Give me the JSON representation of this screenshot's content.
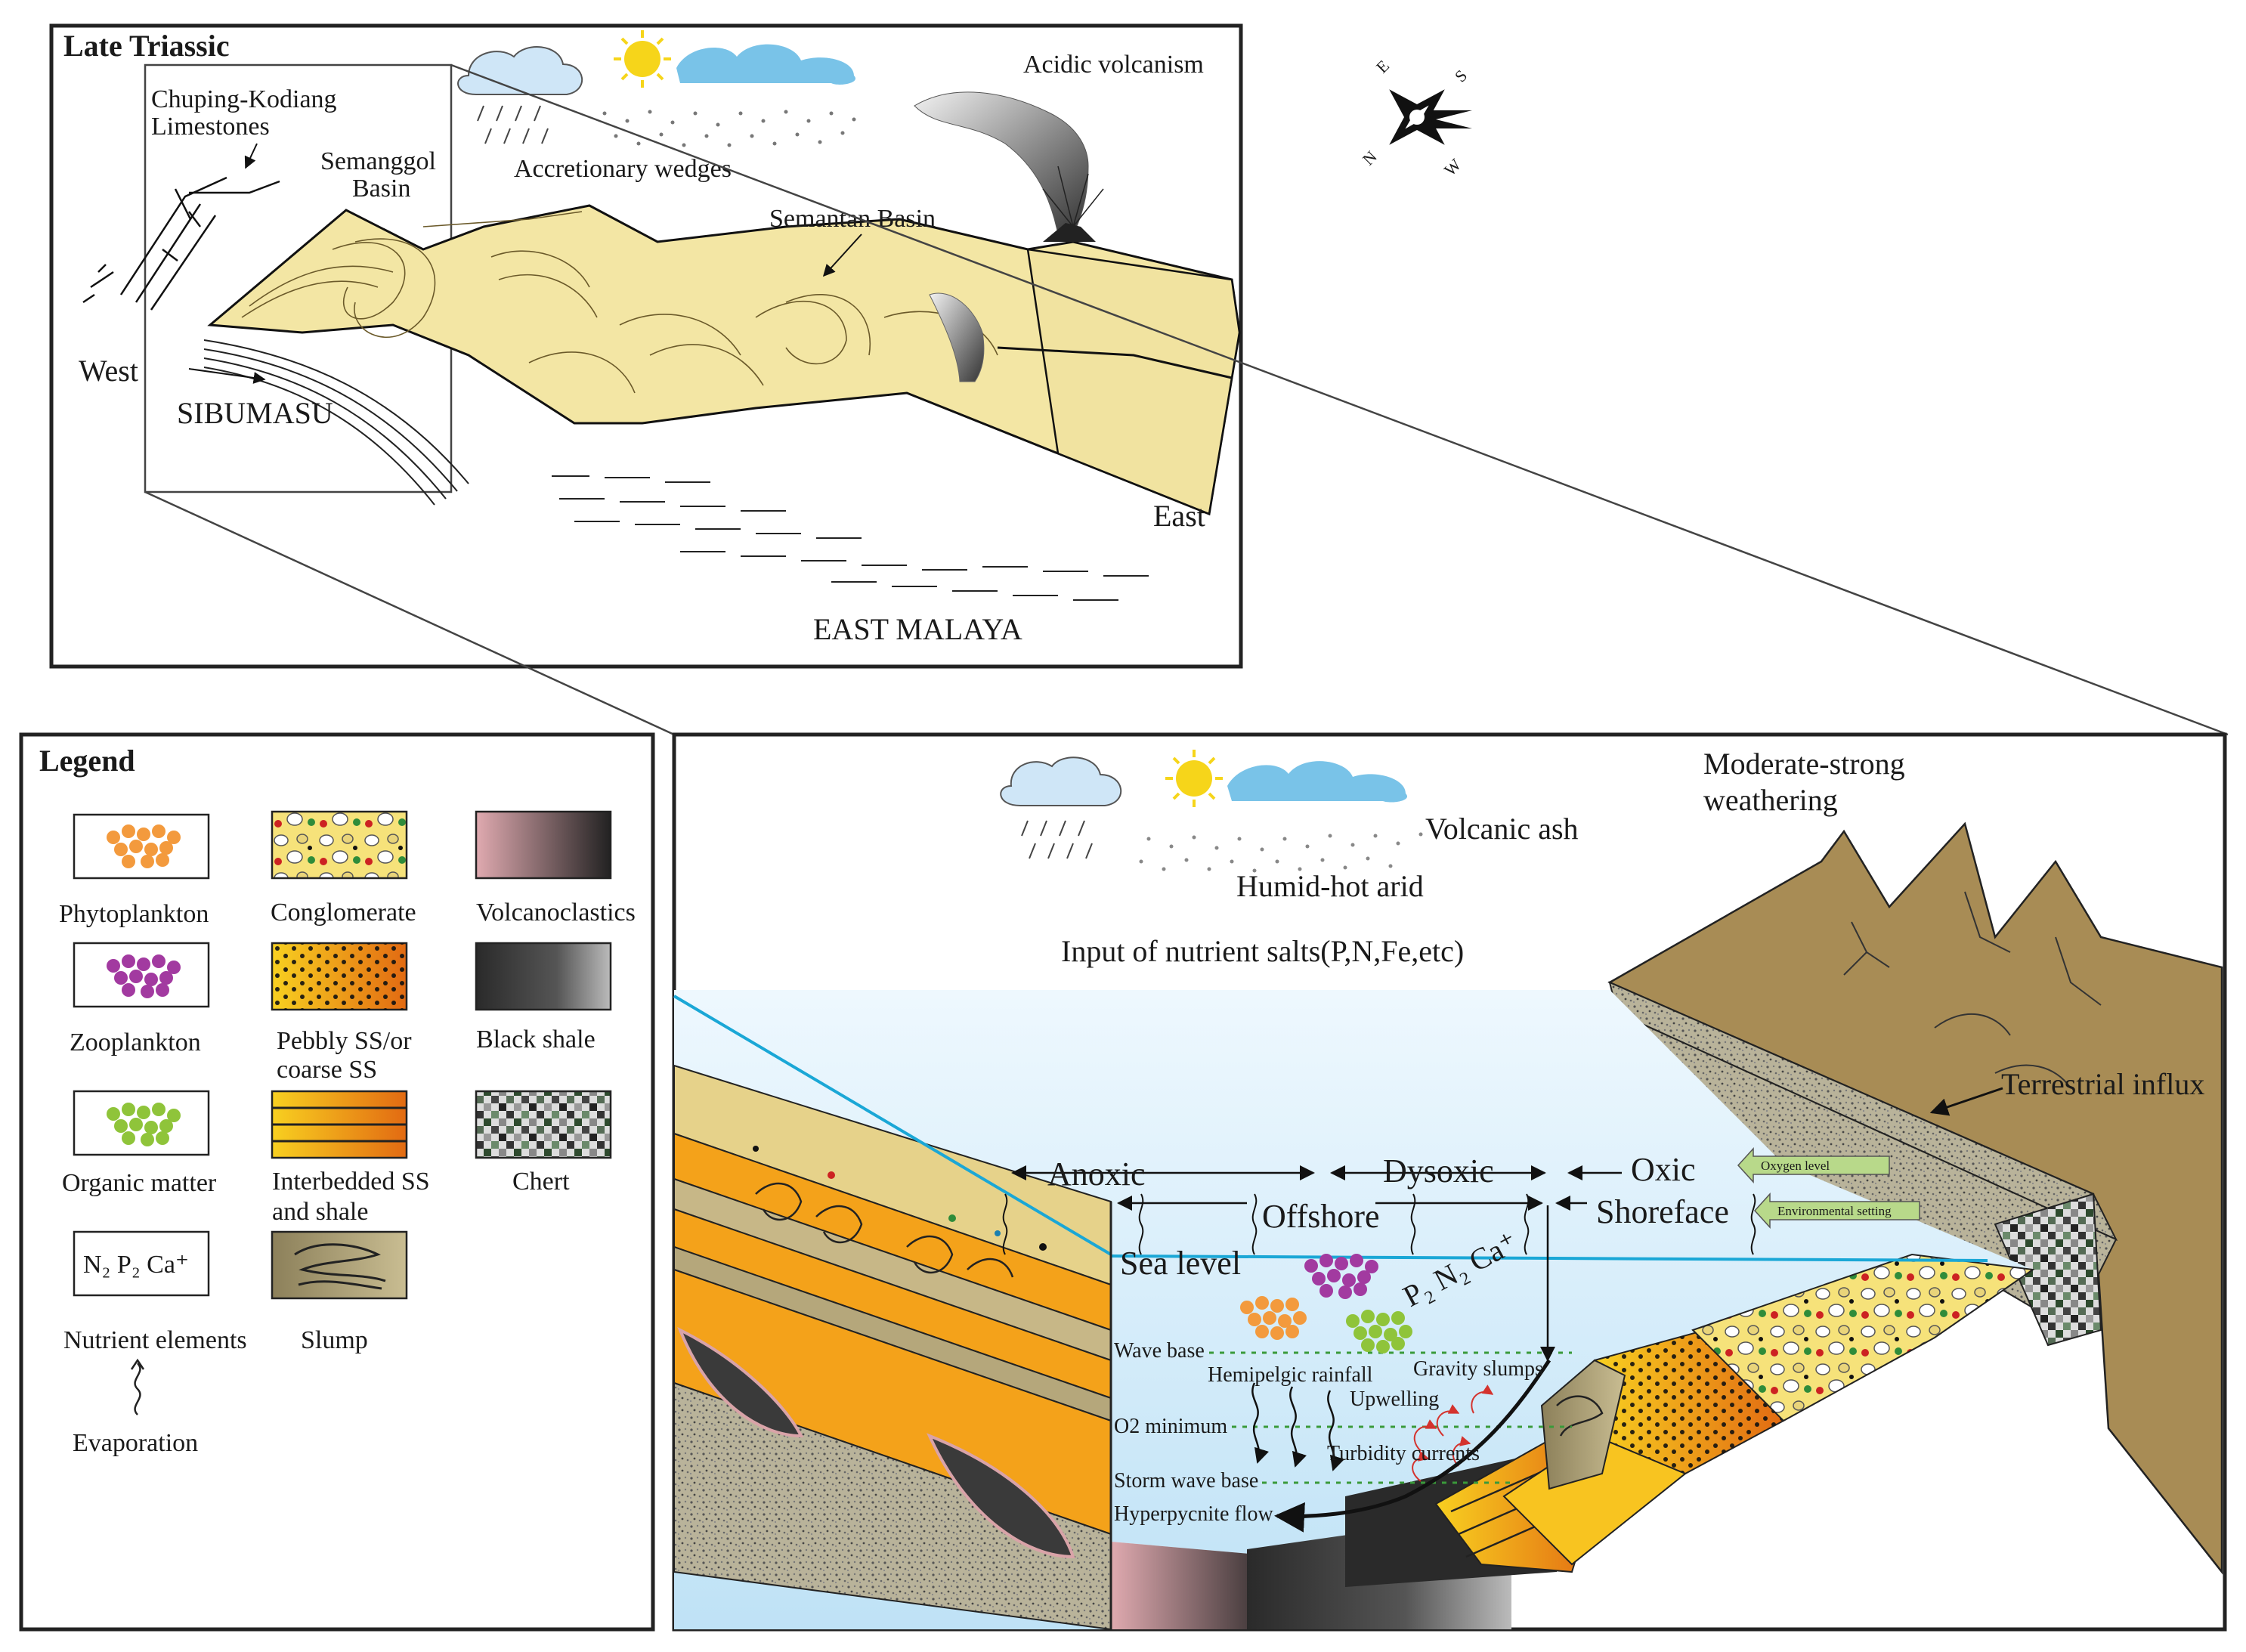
{
  "top_panel": {
    "title": "Late Triassic",
    "labels": {
      "chuping_line1": "Chuping-Kodiang",
      "chuping_line2": "Limestones",
      "semanggol_line1": "Semanggol",
      "semanggol_line2": "Basin",
      "accretionary": "Accretionary wedges",
      "semantan": "Semantan Basin",
      "acidic": "Acidic volcanism",
      "west": "West",
      "sibumasu": "SIBUMASU",
      "east": "East",
      "east_malaya": "EAST MALAYA"
    },
    "compass": {
      "n": "N",
      "e": "E",
      "s": "S",
      "w": "W"
    }
  },
  "legend": {
    "title": "Legend",
    "items": [
      {
        "key": "phytoplankton",
        "label": "Phytoplankton"
      },
      {
        "key": "conglomerate",
        "label": "Conglomerate"
      },
      {
        "key": "volcanoclastics",
        "label": "Volcanoclastics"
      },
      {
        "key": "zooplankton",
        "label": "Zooplankton"
      },
      {
        "key": "pebbly",
        "label_line1": "Pebbly SS/or",
        "label_line2": "coarse SS"
      },
      {
        "key": "black_shale",
        "label": "Black shale"
      },
      {
        "key": "organic",
        "label": "Organic matter"
      },
      {
        "key": "interbedded",
        "label_line1": "Interbedded SS",
        "label_line2": "and shale"
      },
      {
        "key": "chert",
        "label": "Chert"
      },
      {
        "key": "nutrient",
        "label": "Nutrient elements",
        "box_text": "N₂  P₂  Ca⁺"
      },
      {
        "key": "slump",
        "label": "Slump"
      },
      {
        "key": "evaporation",
        "label": "Evaporation"
      }
    ]
  },
  "bottom_panel": {
    "labels": {
      "moderate_line1": "Moderate-strong",
      "moderate_line2": "weathering",
      "volcanic_ash": "Volcanic ash",
      "humid": "Humid-hot arid",
      "input": "Input of nutrient salts(P,N,Fe,etc)",
      "terrestrial": "Terrestrial influx",
      "anoxic": "Anoxic",
      "dysoxic": "Dysoxic",
      "oxic": "Oxic",
      "offshore": "Offshore",
      "shoreface": "Shoreface",
      "oxygen_level": "Oxygen level",
      "env_setting": "Environmental setting",
      "sea_level": "Sea level",
      "nutrients": "P₂  N₂  Ca⁺",
      "wave_base": "Wave base",
      "hemipelagic": "Hemipelgic rainfall",
      "gravity": "Gravity slumps",
      "upwelling": "Upwelling",
      "o2_min": "O2 minimum",
      "turbidity": "Turbidity currents",
      "storm": "Storm wave base",
      "hyper": "Hyperpycnite flow"
    }
  },
  "colors": {
    "sediment_yellow": "#f3e6a4",
    "water_blue": "#cfe8f7",
    "sea_line": "#1aa7d6",
    "land_brown": "#a88c55",
    "orange_ss": "#f4a21a",
    "black_shale": "#3a3a3a",
    "pink_volc": "#d9a3a8",
    "phyto_orange": "#f39a3d",
    "zoo_purple": "#a23aa0",
    "organic_green": "#8fc43a",
    "arrow_green": "#b8d98a",
    "current_red": "#d4332e"
  }
}
